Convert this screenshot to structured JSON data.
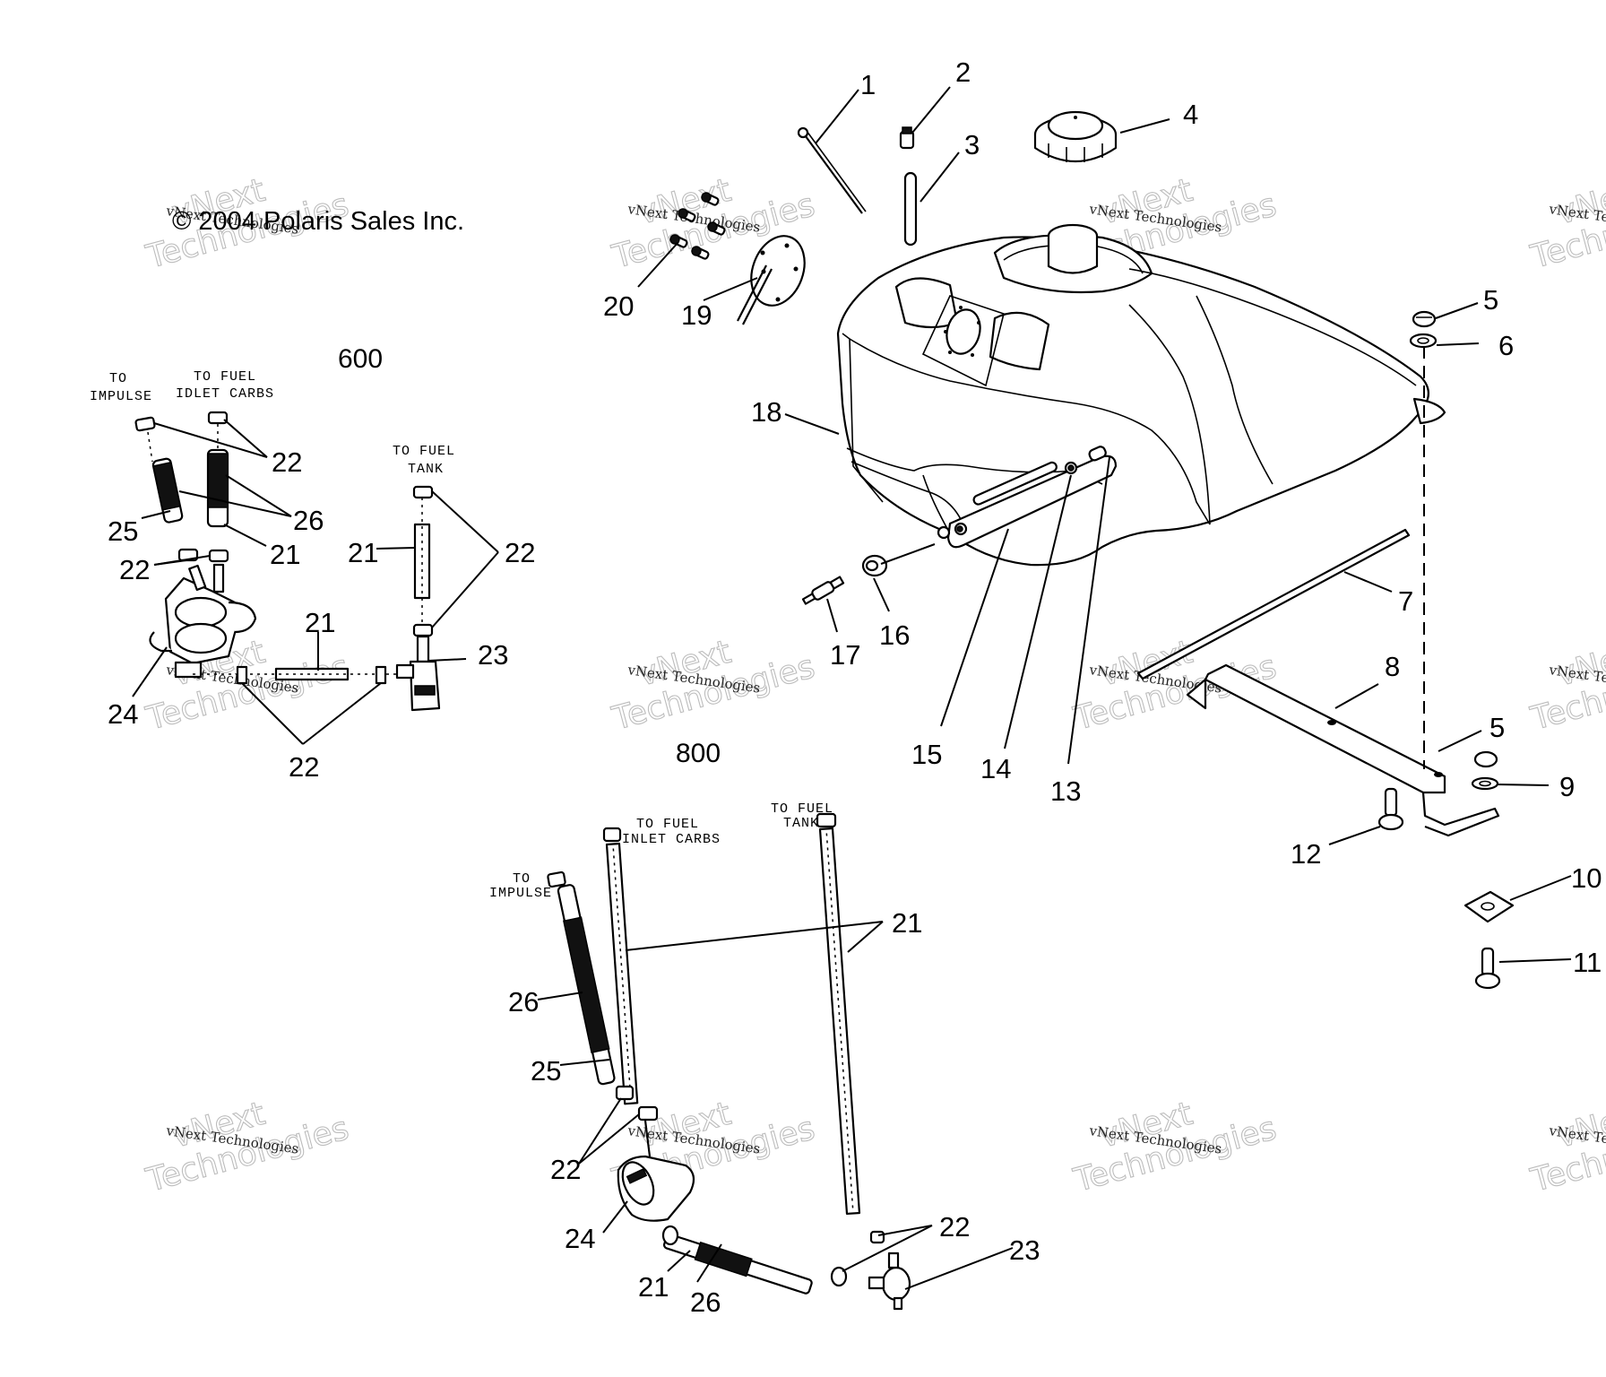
{
  "diagram": {
    "title": "Fuel Tank / Fuel Pump Exploded Parts Diagram",
    "copyright": "© 2004 Polaris Sales Inc.",
    "watermark": {
      "line_small": "vNext Technologies",
      "line_big_1": "vNext",
      "line_big_2": "Technologies"
    },
    "sections": {
      "s600": "600",
      "s800": "800"
    },
    "notes_600": {
      "to_impulse_1": "TO",
      "to_impulse_2": "IMPULSE",
      "to_fuel_idlet_1": "TO FUEL",
      "to_fuel_idlet_2": "IDLET CARBS",
      "to_fuel_tank_1": "TO FUEL",
      "to_fuel_tank_2": "TANK"
    },
    "notes_800": {
      "to_impulse_1": "TO",
      "to_impulse_2": "IMPULSE",
      "to_fuel_inlet_1": "TO FUEL",
      "to_fuel_inlet_2": "INLET CARBS",
      "to_fuel_tank_1": "TO FUEL",
      "to_fuel_tank_2": "TANK"
    },
    "callouts": {
      "c1": "1",
      "c2": "2",
      "c3": "3",
      "c4": "4",
      "c5a": "5",
      "c5b": "5",
      "c6": "6",
      "c7": "7",
      "c8": "8",
      "c9": "9",
      "c10": "10",
      "c11": "11",
      "c12": "12",
      "c13": "13",
      "c14": "14",
      "c15": "15",
      "c16": "16",
      "c17": "17",
      "c18": "18",
      "c19": "19",
      "c20": "20",
      "p600_22a": "22",
      "p600_26": "26",
      "p600_25": "25",
      "p600_21a": "21",
      "p600_22b": "22",
      "p600_21b": "21",
      "p600_22c": "22",
      "p600_21c": "21",
      "p600_23": "23",
      "p600_24": "24",
      "p600_22d": "22",
      "p800_21a": "21",
      "p800_26a": "26",
      "p800_25": "25",
      "p800_22a": "22",
      "p800_24": "24",
      "p800_22b": "22",
      "p800_23": "23",
      "p800_21b": "21",
      "p800_26b": "26"
    }
  }
}
